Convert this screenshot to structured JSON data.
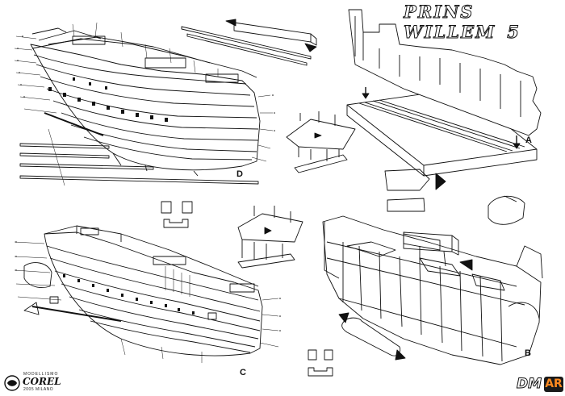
{
  "sheet": {
    "title": "PRINS WILLEM",
    "sheet_number": "5",
    "view_labels": {
      "a": "A",
      "b": "B",
      "c": "C",
      "d": "D"
    }
  },
  "logo": {
    "modellismo": "MODELLISMO",
    "brand": "COREL",
    "city": "MILANO",
    "year": "2005"
  },
  "watermark": {
    "dm": "DM",
    "ar": "AR"
  },
  "colors": {
    "ink": "#111111",
    "paper": "#ffffff",
    "watermark_accent": "#ff8a1f"
  }
}
